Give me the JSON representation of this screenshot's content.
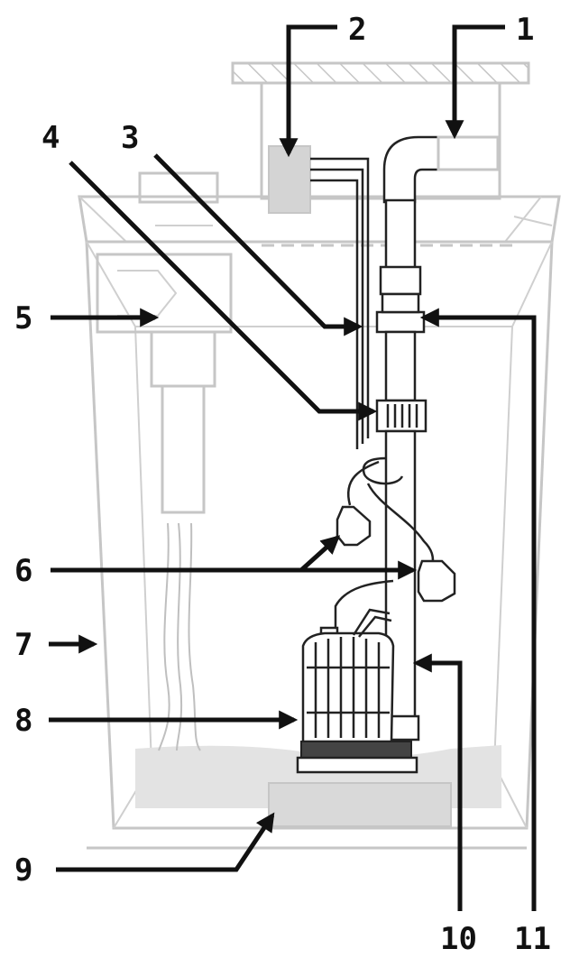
{
  "diagram": {
    "callouts": [
      {
        "id": "1",
        "label": "1"
      },
      {
        "id": "2",
        "label": "2"
      },
      {
        "id": "3",
        "label": "3"
      },
      {
        "id": "4",
        "label": "4"
      },
      {
        "id": "5",
        "label": "5"
      },
      {
        "id": "6",
        "label": "6"
      },
      {
        "id": "7",
        "label": "7"
      },
      {
        "id": "8",
        "label": "8"
      },
      {
        "id": "9",
        "label": "9"
      },
      {
        "id": "10",
        "label": "10"
      },
      {
        "id": "11",
        "label": "11"
      }
    ],
    "colors": {
      "line": "#111111",
      "ghost": "#c6c6c6",
      "water": "#e3e3e3",
      "pump_fill": "#ffffff"
    }
  }
}
